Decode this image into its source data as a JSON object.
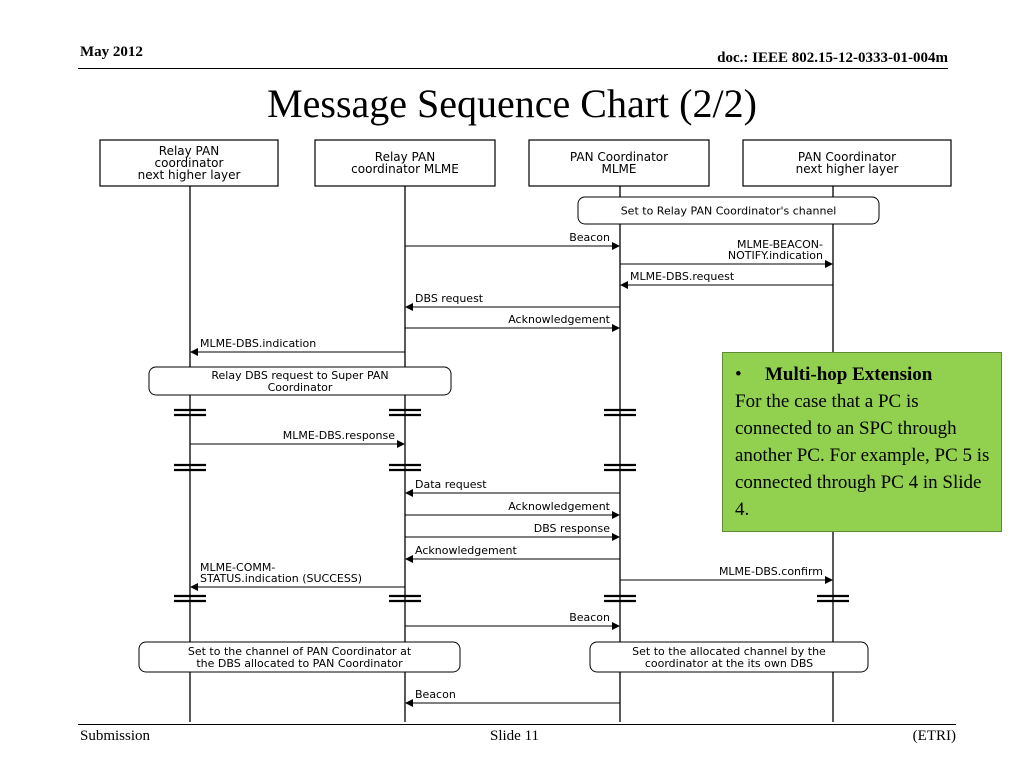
{
  "header": {
    "date": "May 2012",
    "doc": "doc.: IEEE 802.15-12-0333-01-004m"
  },
  "title": "Message Sequence Chart (2/2)",
  "participants": [
    {
      "lines": [
        "Relay PAN",
        "coordinator",
        "next higher layer"
      ]
    },
    {
      "lines": [
        "Relay PAN",
        "coordinator MLME"
      ]
    },
    {
      "lines": [
        "PAN Coordinator",
        "MLME"
      ]
    },
    {
      "lines": [
        "PAN Coordinator",
        "next higher layer"
      ]
    }
  ],
  "messages": [
    {
      "label": "Beacon",
      "from": 1,
      "to": 2
    },
    {
      "label": "MLME-BEACON- NOTIFY.indication",
      "lines": [
        "MLME-BEACON-",
        "NOTIFY.indication"
      ],
      "from": 2,
      "to": 3
    },
    {
      "label": "MLME-DBS.request",
      "from": 3,
      "to": 2
    },
    {
      "label": "DBS request",
      "from": 2,
      "to": 1
    },
    {
      "label": "Acknowledgement",
      "from": 1,
      "to": 2
    },
    {
      "label": "MLME-DBS.indication",
      "from": 1,
      "to": 0
    },
    {
      "label": "MLME-DBS.response",
      "from": 0,
      "to": 1
    },
    {
      "label": "Data request",
      "from": 2,
      "to": 1
    },
    {
      "label": "Acknowledgement",
      "from": 1,
      "to": 2
    },
    {
      "label": "DBS response",
      "from": 1,
      "to": 2
    },
    {
      "label": "Acknowledgement",
      "from": 2,
      "to": 1
    },
    {
      "label": "MLME-COMM- STATUS.indication (SUCCESS)",
      "lines": [
        "MLME-COMM-",
        "STATUS.indication (SUCCESS)"
      ],
      "from": 1,
      "to": 0
    },
    {
      "label": "MLME-DBS.confirm",
      "from": 2,
      "to": 3
    },
    {
      "label": "Beacon",
      "from": 1,
      "to": 2
    },
    {
      "label": "Beacon",
      "from": 2,
      "to": 1
    }
  ],
  "notes": [
    {
      "lines": [
        "Set to Relay PAN Coordinator's channel"
      ]
    },
    {
      "lines": [
        "Relay DBS request to Super PAN",
        "Coordinator"
      ]
    },
    {
      "lines": [
        "Set to the channel of PAN Coordinator at",
        "the DBS allocated to PAN Coordinator"
      ]
    },
    {
      "lines": [
        "Set to the allocated channel by the",
        "coordinator at the its own DBS"
      ]
    }
  ],
  "callout": {
    "bullet": "•",
    "heading": "Multi-hop Extension",
    "text": "For the case that a PC is connected to an SPC through another PC. For example,  PC 5 is connected through PC 4 in Slide 4."
  },
  "footer": {
    "left": "Submission",
    "center": "Slide 11",
    "right": "(ETRI)"
  },
  "colors": {
    "callout_bg": "#92d050"
  }
}
